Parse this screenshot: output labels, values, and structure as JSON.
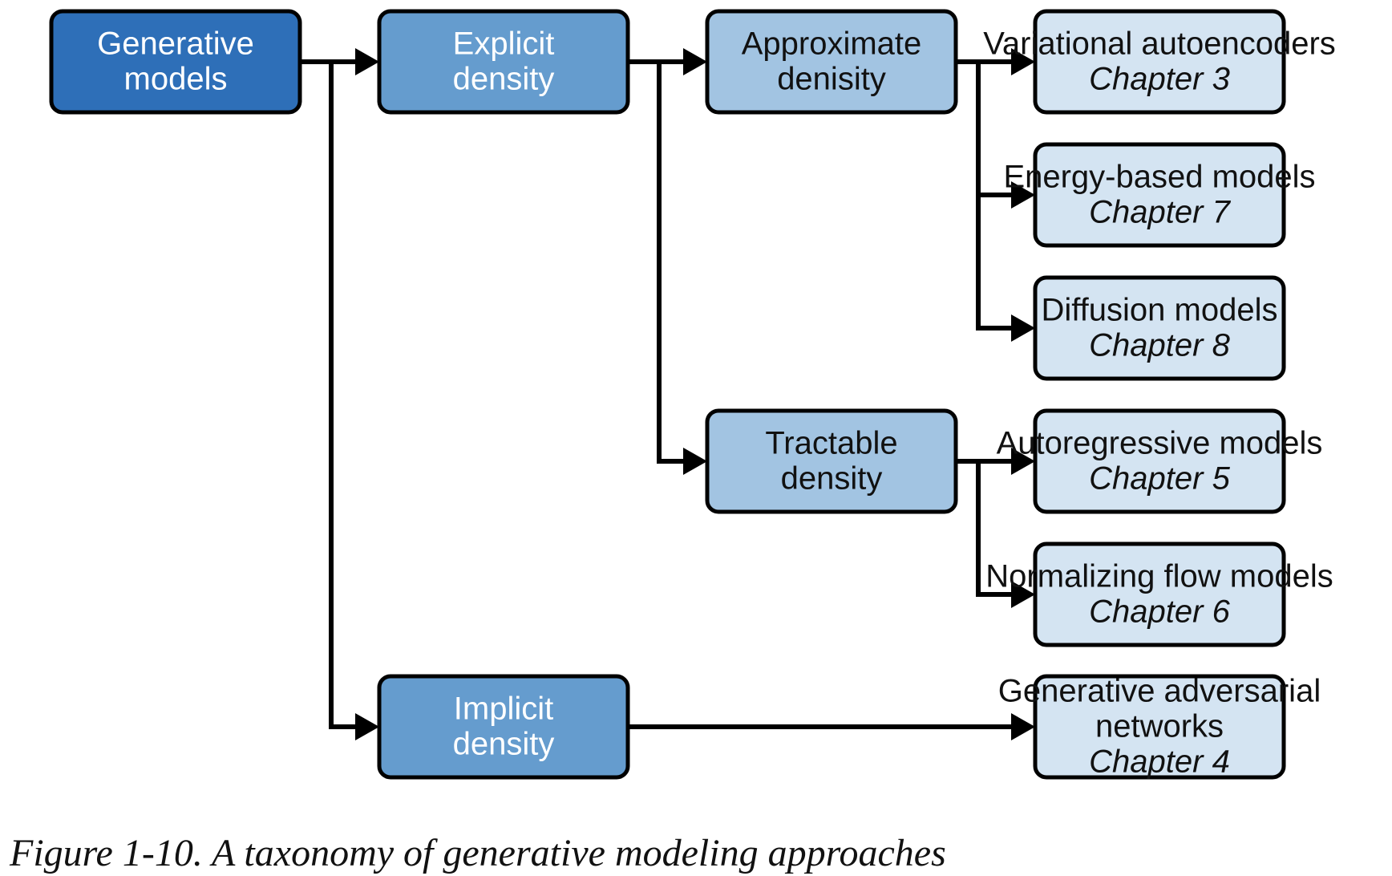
{
  "colors": {
    "root_fill": "#2e6fb8",
    "level1_fill": "#659cce",
    "level2_fill": "#a2c4e2",
    "leaf_fill": "#d4e4f2",
    "outline": "#000000",
    "edge": "#000000",
    "dark_text": "#111111",
    "light_text": "#ffffff"
  },
  "nodes": {
    "generative_models": {
      "lines": [
        "Generative",
        "models"
      ]
    },
    "explicit_density": {
      "lines": [
        "Explicit",
        "density"
      ]
    },
    "implicit_density": {
      "lines": [
        "Implicit",
        "density"
      ]
    },
    "approximate_density": {
      "lines": [
        "Approximate",
        "denisity"
      ]
    },
    "tractable_density": {
      "lines": [
        "Tractable",
        "density"
      ]
    },
    "variational_autoencoders": {
      "lines": [
        "Variational autoencoders"
      ],
      "chapter": "Chapter 3"
    },
    "energy_based_models": {
      "lines": [
        "Energy-based models"
      ],
      "chapter": "Chapter 7"
    },
    "diffusion_models": {
      "lines": [
        "Diffusion models"
      ],
      "chapter": "Chapter 8"
    },
    "autoregressive_models": {
      "lines": [
        "Autoregressive models"
      ],
      "chapter": "Chapter 5"
    },
    "normalizing_flow_models": {
      "lines": [
        "Normalizing flow models"
      ],
      "chapter": "Chapter 6"
    },
    "generative_adversarial_networks": {
      "lines": [
        "Generative adversarial",
        "networks"
      ],
      "chapter": "Chapter 4"
    }
  },
  "edges": [
    [
      "generative_models",
      "explicit_density"
    ],
    [
      "generative_models",
      "implicit_density"
    ],
    [
      "explicit_density",
      "approximate_density"
    ],
    [
      "explicit_density",
      "tractable_density"
    ],
    [
      "approximate_density",
      "variational_autoencoders"
    ],
    [
      "approximate_density",
      "energy_based_models"
    ],
    [
      "approximate_density",
      "diffusion_models"
    ],
    [
      "tractable_density",
      "autoregressive_models"
    ],
    [
      "tractable_density",
      "normalizing_flow_models"
    ],
    [
      "implicit_density",
      "generative_adversarial_networks"
    ]
  ],
  "caption": "Figure 1-10. A taxonomy of generative modeling approaches"
}
